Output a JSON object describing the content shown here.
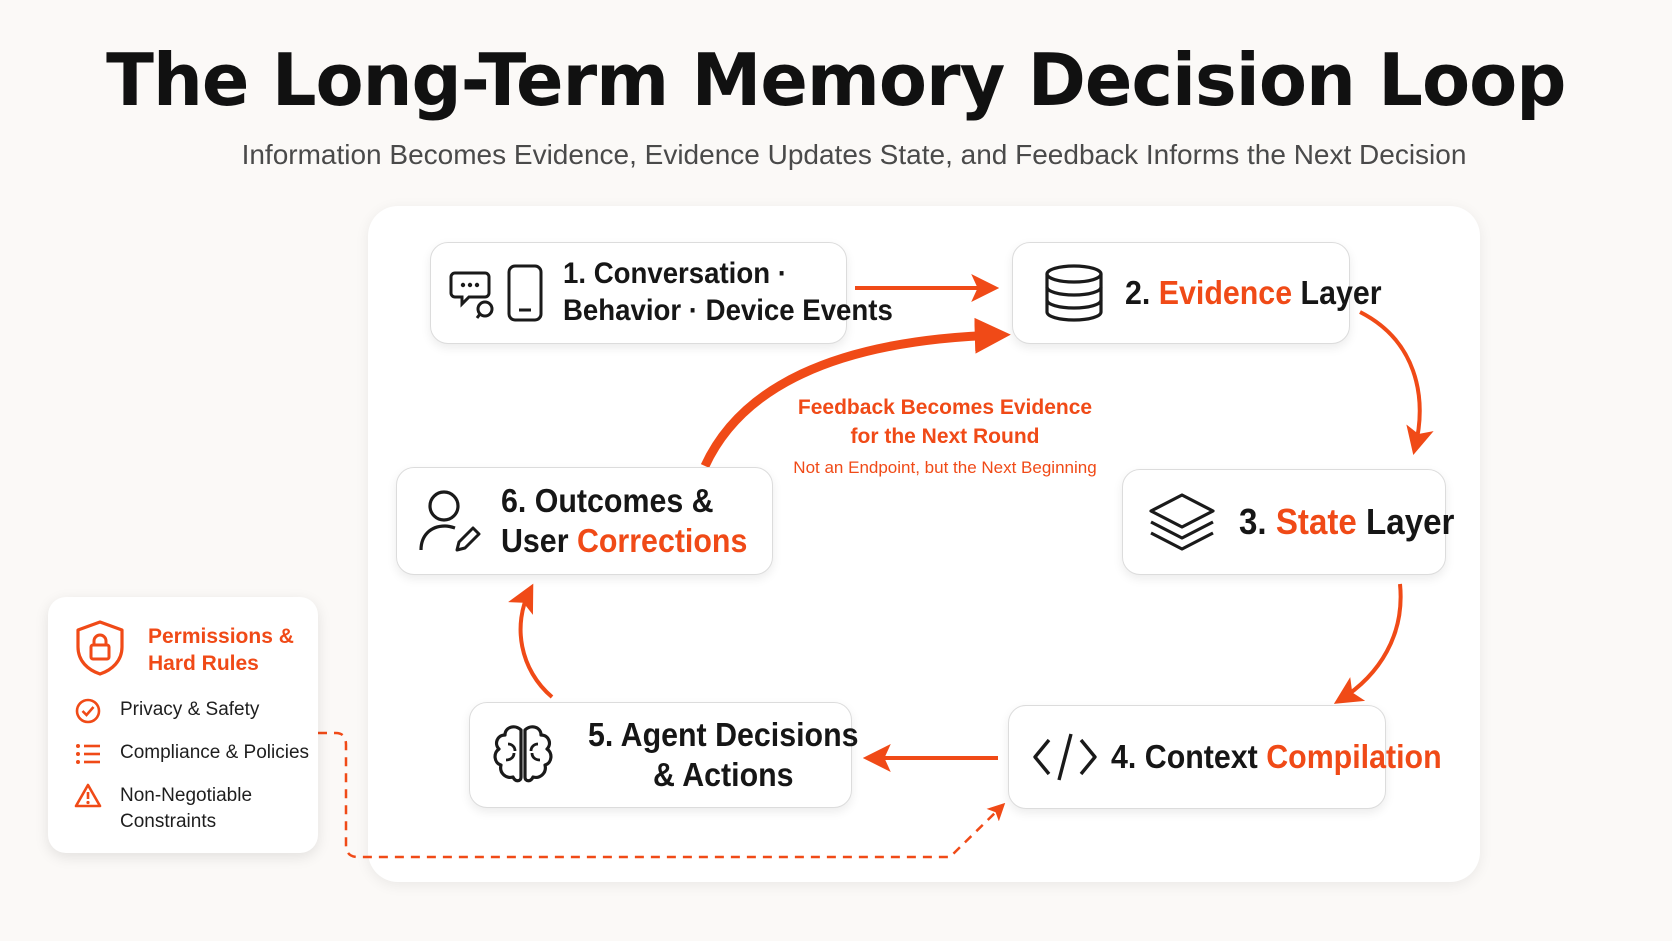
{
  "header": {
    "title": "The Long-Term Memory Decision Loop",
    "subtitle": "Information Becomes Evidence, Evidence Updates State, and Feedback Informs the Next Decision"
  },
  "colors": {
    "accent": "#f04a17",
    "text": "#141414",
    "muted": "#4a4a4a",
    "background": "#fbf9f7"
  },
  "nodes": {
    "n1": {
      "num": "1.",
      "line1": "Conversation ·",
      "line2": "Behavior · Device Events",
      "icons": [
        "chat-bubbles-icon",
        "mobile-device-icon"
      ]
    },
    "n2": {
      "num": "2.",
      "accent": "Evidence",
      "rest": "Layer",
      "icon": "database-icon"
    },
    "n3": {
      "num": "3.",
      "accent": "State",
      "rest": "Layer",
      "icon": "layers-icon"
    },
    "n4": {
      "num": "4.",
      "plain": "Context",
      "accent": "Compilation",
      "icon": "code-brackets-icon"
    },
    "n5": {
      "num": "5.",
      "line1": "Agent Decisions",
      "line2": "& Actions",
      "icon": "brain-icon"
    },
    "n6": {
      "num": "6.",
      "line1": "Outcomes &",
      "line2_plain": "User",
      "line2_accent": "Corrections",
      "icon": "user-edit-icon"
    }
  },
  "feedback": {
    "line1": "Feedback Becomes Evidence",
    "line2": "for the Next Round",
    "sub": "Not an Endpoint, but the Next Beginning"
  },
  "rules": {
    "title_line1": "Permissions &",
    "title_line2": "Hard Rules",
    "items": [
      {
        "label": "Privacy & Safety",
        "icon": "check-circle-icon"
      },
      {
        "label": "Compliance & Policies",
        "icon": "list-icon"
      },
      {
        "label_line1": "Non-Negotiable",
        "label_line2": "Constraints",
        "icon": "warning-triangle-icon"
      }
    ]
  }
}
